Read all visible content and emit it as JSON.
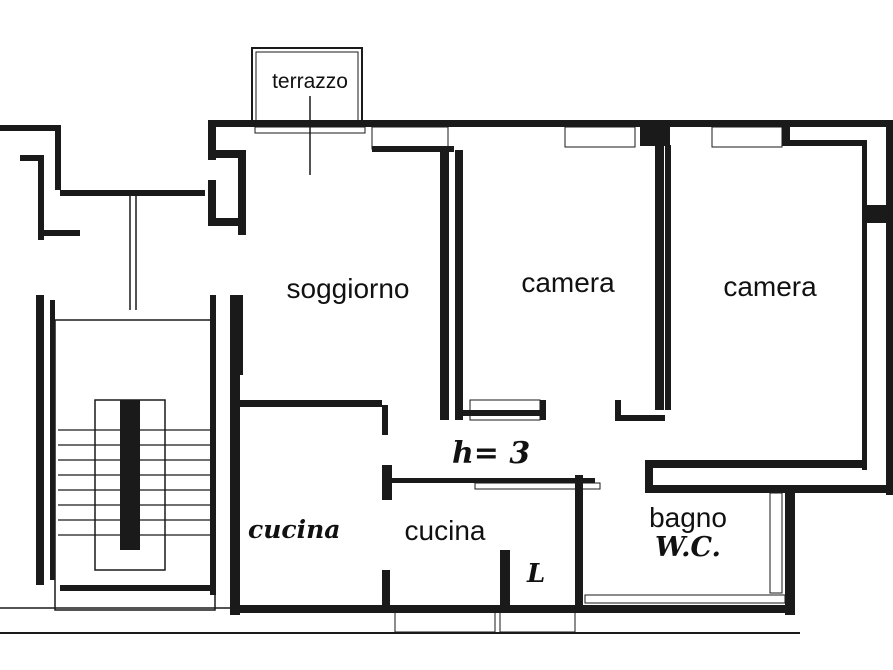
{
  "rooms": {
    "terrazzo": "terrazzo",
    "soggiorno": "soggiorno",
    "camera_1": "camera",
    "camera_2": "camera",
    "cucina_typed": "cucina",
    "bagno": "bagno"
  },
  "handwritten": {
    "cucina": "cucina",
    "height": "h= 3",
    "wc": "W.C.",
    "small_mark": "L"
  },
  "colors": {
    "wall": "#1a1a1a",
    "background": "#ffffff"
  }
}
